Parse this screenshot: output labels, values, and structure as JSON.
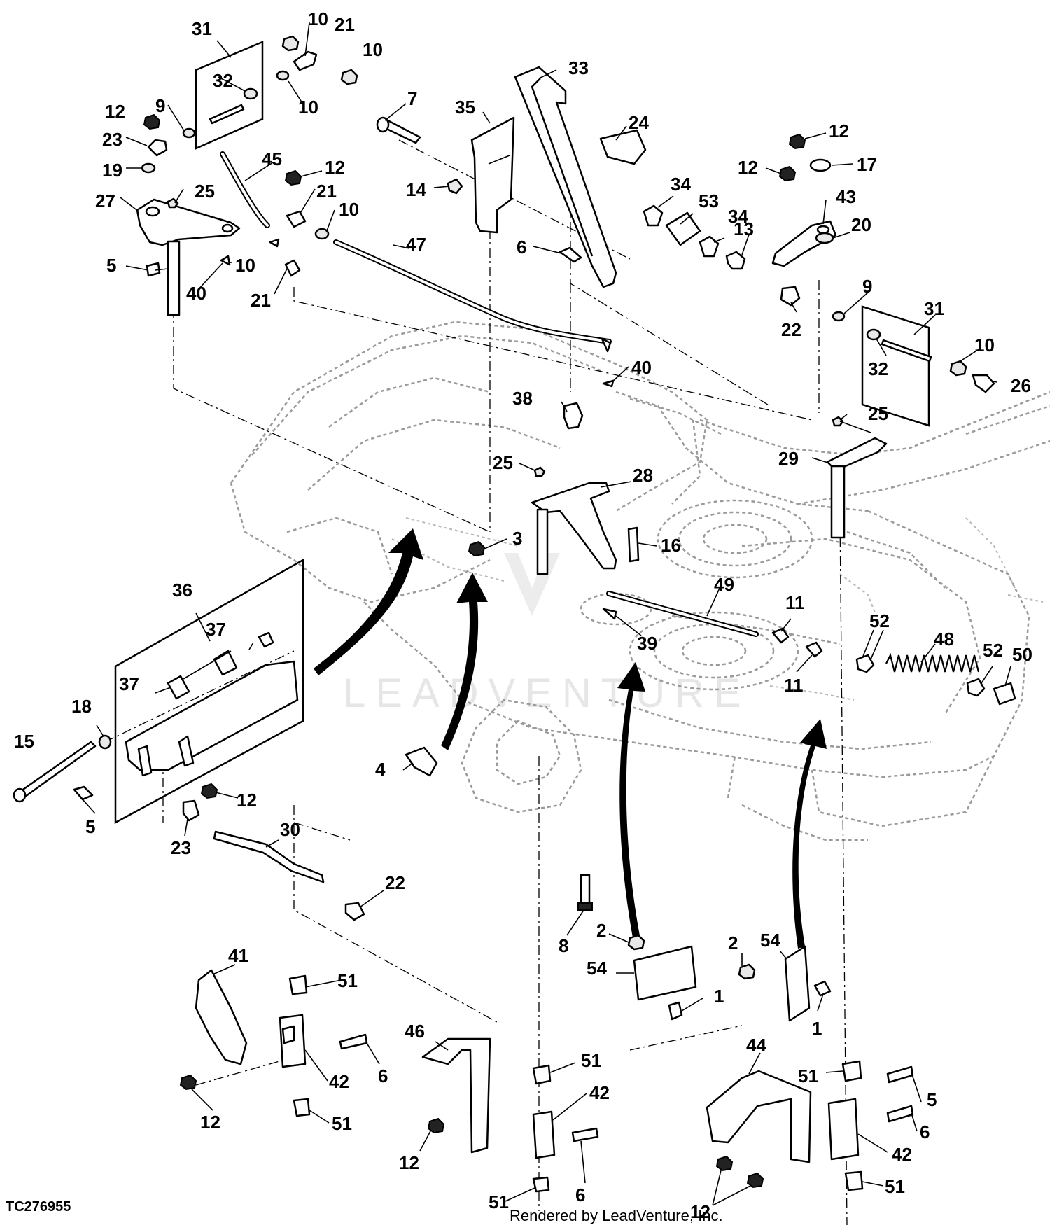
{
  "figure_id": "TC276955",
  "credit": "Rendered by LeadVenture, Inc.",
  "watermark": "LEADVENTURE",
  "callouts": {
    "c31a": "31",
    "c10a": "10",
    "c21a": "21",
    "c10b": "10",
    "c32a": "32",
    "c10c": "10",
    "c12a": "12",
    "c9a": "9",
    "c23a": "23",
    "c19": "19",
    "c45": "45",
    "c12b": "12",
    "c25a": "25",
    "c27": "27",
    "c21b": "21",
    "c10d": "10",
    "c5a": "5",
    "c10e": "10",
    "c40a": "40",
    "c21c": "21",
    "c7": "7",
    "c35": "35",
    "c33": "33",
    "c24": "24",
    "c14": "14",
    "c47": "47",
    "c6a": "6",
    "c12c": "12",
    "c17": "17",
    "c12d": "12",
    "c34a": "34",
    "c53": "53",
    "c34b": "34",
    "c43": "43",
    "c13": "13",
    "c20": "20",
    "c9b": "9",
    "c31b": "31",
    "c22a": "22",
    "c32b": "32",
    "c10f": "10",
    "c26": "26",
    "c40b": "40",
    "c38": "38",
    "c25b": "25",
    "c29": "29",
    "c25c": "25",
    "c28": "28",
    "c3": "3",
    "c16": "16",
    "c36": "36",
    "c37a": "37",
    "c49": "49",
    "c11a": "11",
    "c52a": "52",
    "c48": "48",
    "c52b": "52",
    "c50": "50",
    "c39": "39",
    "c11b": "11",
    "c37b": "37",
    "c18": "18",
    "c15": "15",
    "c4": "4",
    "c5b": "5",
    "c12e": "12",
    "c23b": "23",
    "c30": "30",
    "c22b": "22",
    "c8": "8",
    "c2a": "2",
    "c54a": "54",
    "c1a": "1",
    "c2b": "2",
    "c54b": "54",
    "c1b": "1",
    "c41": "41",
    "c51a": "51",
    "c6b": "6",
    "c42a": "42",
    "c12f": "12",
    "c51b": "51",
    "c46": "46",
    "c51c": "51",
    "c42b": "42",
    "c12g": "12",
    "c6c": "6",
    "c51d": "51",
    "c44": "44",
    "c51e": "51",
    "c5c": "5",
    "c6d": "6",
    "c42c": "42",
    "c12h": "12",
    "c51f": "51"
  }
}
